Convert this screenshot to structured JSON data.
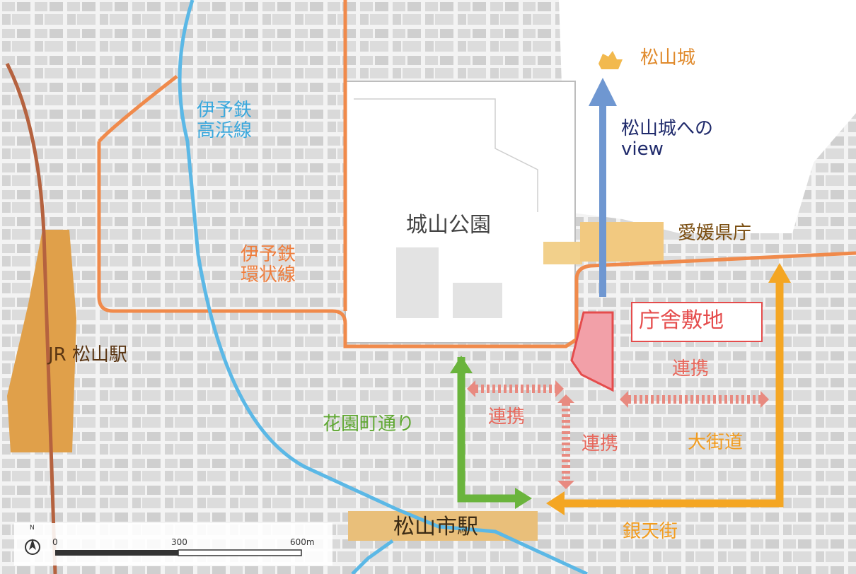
{
  "labels": {
    "matsuyama_castle": "松山城",
    "castle_view": "松山城への\nview",
    "shiroyama_park": "城山公園",
    "ehime_office": "愛媛県庁",
    "site": "庁舎敷地",
    "iyotetsu_takahama": "伊予鉄\n高浜線",
    "iyotetsu_loop": "伊予鉄\n環状線",
    "jr_station": "JR 松山駅",
    "hanazono": "花園町通り",
    "renkei_1": "連携",
    "renkei_2": "連携",
    "renkei_3": "連携",
    "okaido": "大街道",
    "shieki": "松山市駅",
    "gintengai": "銀天街"
  },
  "scale": {
    "north": "N",
    "ticks": [
      "0",
      "300",
      "600m"
    ]
  },
  "colors": {
    "orange_line": "#f08a4b",
    "blue_line": "#5bb8e6",
    "jr_line": "#b5623f",
    "green": "#6ab43c",
    "yellow": "#f4a623",
    "red": "#e54c4c",
    "view_arrow": "#6f97d1",
    "station": "#e0a04a",
    "site": "#f2a0a8"
  }
}
